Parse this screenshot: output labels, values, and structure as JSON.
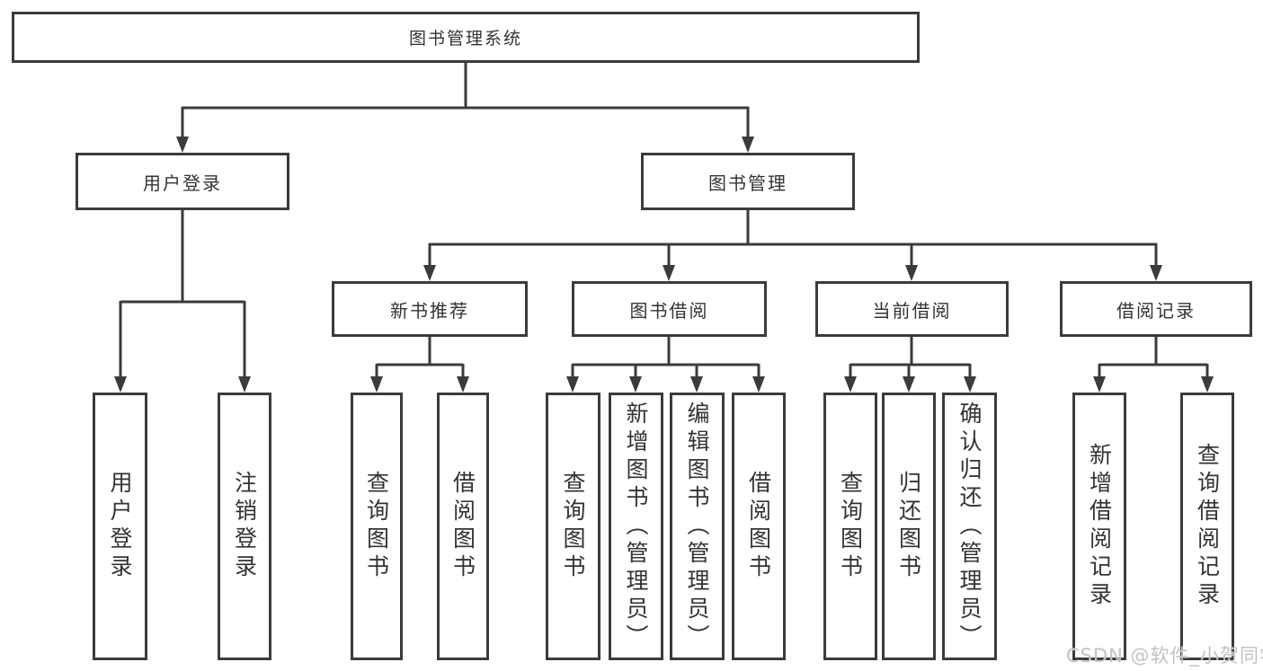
{
  "diagram": {
    "root_label": "图书管理系统",
    "level2": {
      "user_login": "用户登录",
      "book_mgmt": "图书管理"
    },
    "level3": {
      "new_books": "新书推荐",
      "book_borrow": "图书借阅",
      "current_borrow": "当前借阅",
      "borrow_records": "借阅记录"
    },
    "leaves": {
      "user_login": [
        "用户登录",
        "注销登录"
      ],
      "new_books": [
        "查询图书",
        "借阅图书"
      ],
      "book_borrow": [
        "查询图书",
        "新增图书（管理员）",
        "编辑图书（管理员）",
        "借阅图书"
      ],
      "current_borrow": [
        "查询图书",
        "归还图书",
        "确认归还（管理员）"
      ],
      "borrow_records": [
        "新增借阅记录",
        "查询借阅记录"
      ]
    },
    "colors": {
      "line": "#3b3b3b",
      "text": "#333333",
      "background": "#ffffff",
      "watermark": "#c2c2c2"
    }
  },
  "watermark": {
    "text": "CSDN @软件_小贺同学"
  }
}
